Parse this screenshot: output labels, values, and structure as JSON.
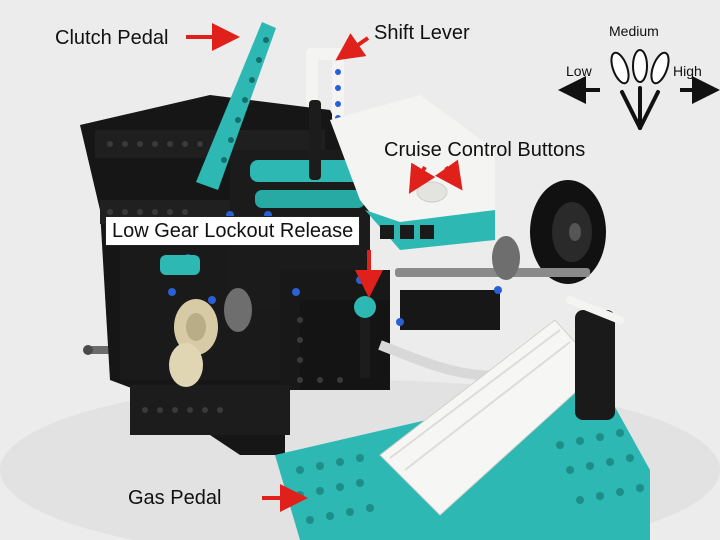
{
  "labels": {
    "clutch_pedal": "Clutch Pedal",
    "shift_lever": "Shift Lever",
    "cruise_control_buttons": "Cruise Control Buttons",
    "low_gear_lockout_release": "Low Gear Lockout Release",
    "gas_pedal": "Gas Pedal"
  },
  "shift_legend": {
    "low": "Low",
    "medium": "Medium",
    "high": "High"
  },
  "colors": {
    "arrow": "#e0201b",
    "teal": "#2db8b3",
    "black_frame": "#141414",
    "white_parts": "#f4f4f2",
    "background": "#ececec"
  }
}
